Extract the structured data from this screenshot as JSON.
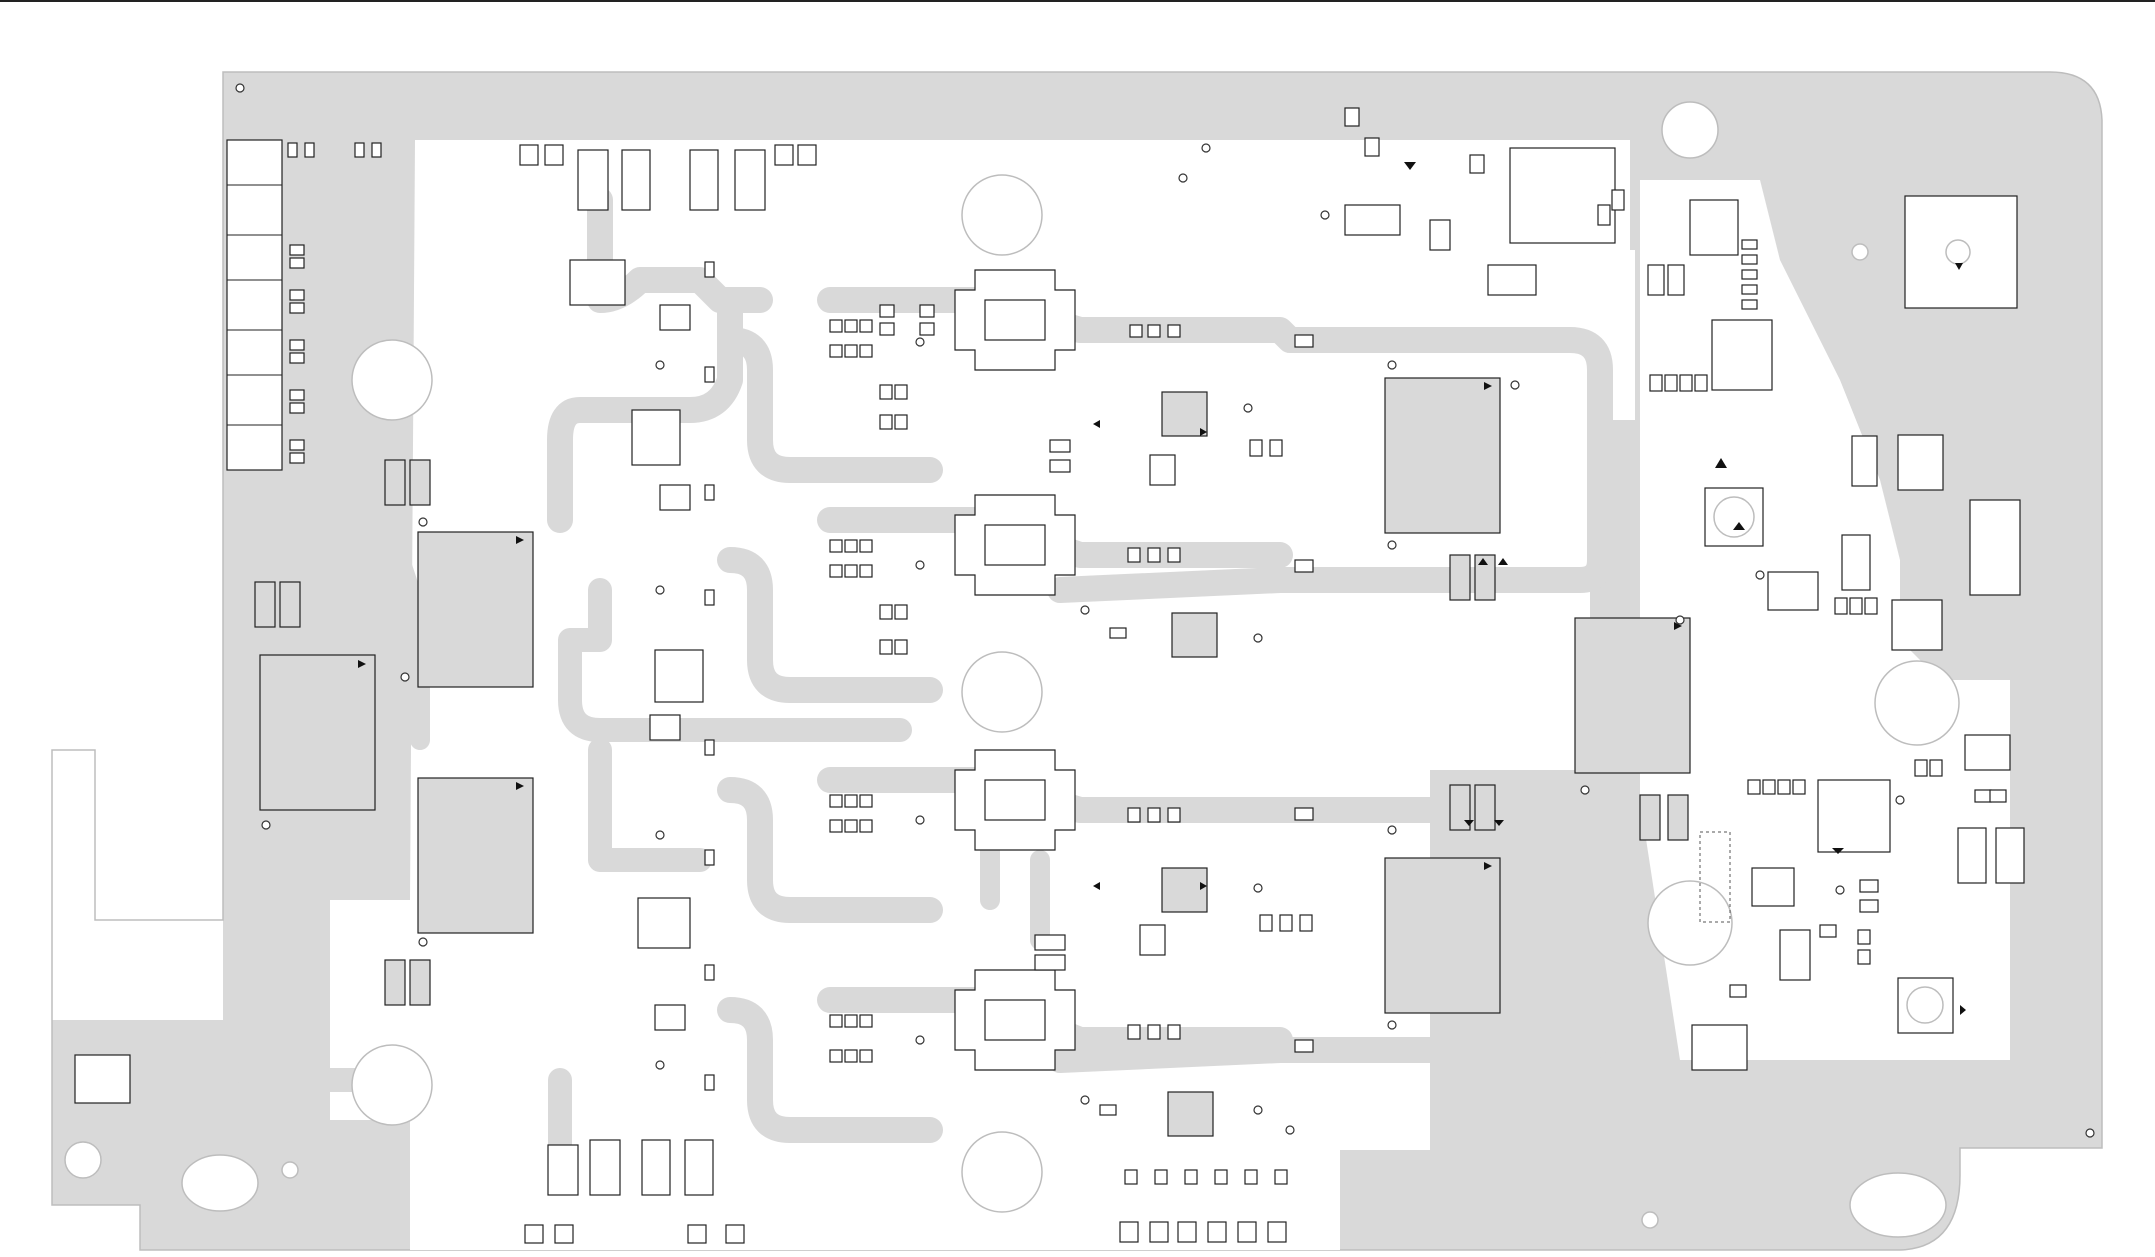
{
  "document": {
    "kind": "pcb-layout",
    "layer": "top-copper-and-silkscreen",
    "colors": {
      "background": "#ffffff",
      "copper_pour": "#d9d9d9",
      "outline": "#222222",
      "board_edge": "#bdbdbd",
      "pin1_marker": "#111111"
    }
  },
  "board": {
    "components": {
      "qfn_packages": 1,
      "large_square_inductors": 6,
      "power_stage_footprints": 4,
      "soic8_drivers": 4,
      "mounting_holes": 8,
      "potentiometers": 2
    }
  }
}
